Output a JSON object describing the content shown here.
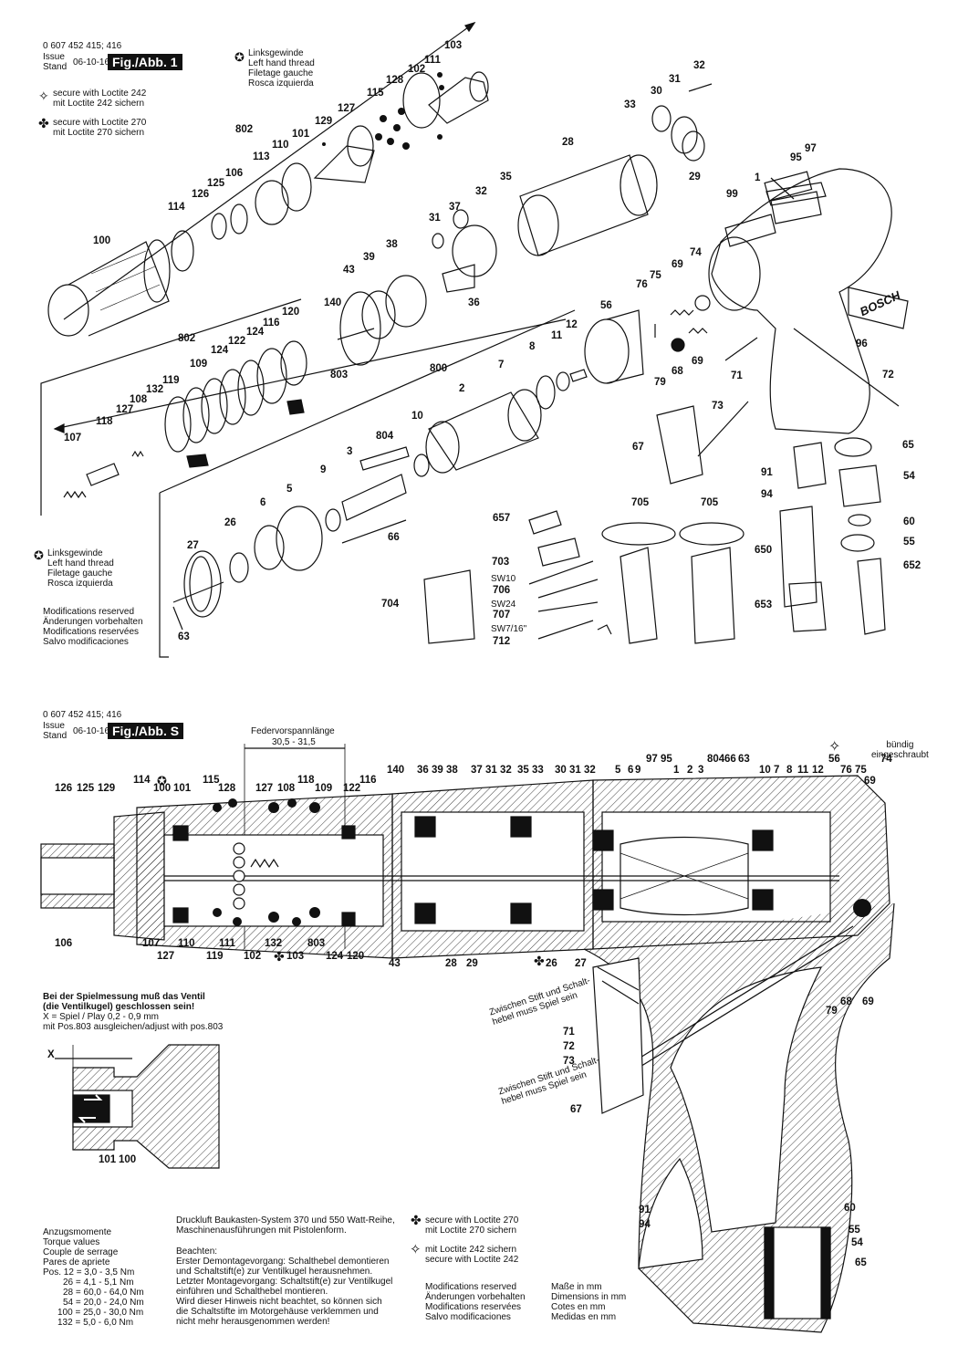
{
  "top": {
    "part_no": "0 607 452 415; 416",
    "issue": "Issue",
    "stand": "Stand",
    "date": "06-10-16",
    "fig": "Fig./Abb. 1",
    "left_thread": [
      "Linksgewinde",
      "Left hand thread",
      "Filetage gauche",
      "Rosca izquierda"
    ],
    "loctite242": [
      "secure with Loctite 242",
      "mit Loctite 242 sichern"
    ],
    "loctite270": [
      "secure with Loctite 270",
      "mit Loctite 270 sichern"
    ],
    "left_thread_2": [
      "Linksgewinde",
      "Left hand thread",
      "Filetage gauche",
      "Rosca izquierda"
    ],
    "modifications": [
      "Modifications reserved",
      "Änderungen vorbehalten",
      "Modifications reservées",
      "Salvo modificaciones"
    ],
    "tool_labels": [
      "SW10",
      "SW24",
      "SW7/16\""
    ],
    "parts": [
      "103",
      "111",
      "102",
      "128",
      "115",
      "127",
      "129",
      "101",
      "802",
      "110",
      "113",
      "106",
      "125",
      "126",
      "114",
      "100",
      "33",
      "32",
      "31",
      "30",
      "28",
      "29",
      "35",
      "32",
      "31",
      "37",
      "36",
      "1",
      "99",
      "95",
      "97",
      "38",
      "39",
      "43",
      "803",
      "140",
      "120",
      "116",
      "124",
      "122",
      "124",
      "802",
      "109",
      "119",
      "132",
      "108",
      "127",
      "118",
      "107",
      "800",
      "7",
      "8",
      "11",
      "12",
      "2",
      "10",
      "804",
      "3",
      "9",
      "5",
      "6",
      "26",
      "27",
      "63",
      "66",
      "76",
      "75",
      "69",
      "74",
      "56",
      "79",
      "68",
      "69",
      "96",
      "71",
      "72",
      "73",
      "67",
      "65",
      "91",
      "54",
      "94",
      "60",
      "650",
      "55",
      "652",
      "653",
      "657",
      "703",
      "706",
      "707",
      "712",
      "705",
      "705",
      "704"
    ]
  },
  "bottom": {
    "part_no": "0 607 452 415; 416",
    "issue": "Issue",
    "stand": "Stand",
    "date": "06-10-16",
    "fig": "Fig./Abb. S",
    "preload_title": "Federvorspannlänge",
    "preload_value": "30,5 - 31,5",
    "flush": [
      "bündig",
      "eingeschraubt"
    ],
    "top_labels": [
      "126",
      "125",
      "129",
      "114",
      "100",
      "101",
      "115",
      "128",
      "127",
      "108",
      "118",
      "109",
      "122",
      "116",
      "140",
      "36",
      "39",
      "38",
      "37",
      "31",
      "32",
      "35",
      "33",
      "30",
      "31",
      "32",
      "5",
      "6",
      "9",
      "97",
      "95",
      "1",
      "2",
      "3",
      "804",
      "66",
      "63",
      "10",
      "7",
      "8",
      "11",
      "12",
      "56",
      "76",
      "75",
      "69",
      "74"
    ],
    "bottom_labels": [
      "106",
      "107",
      "127",
      "110",
      "119",
      "111",
      "102",
      "132",
      "103",
      "803",
      "124",
      "120",
      "43",
      "28",
      "29",
      "26",
      "27",
      "79",
      "68",
      "69"
    ],
    "note": [
      "Bei der Spielmessung muß das Ventil",
      "(die Ventilkugel) geschlossen sein!",
      "X = Spiel / Play 0,2 - 0,9 mm",
      "mit Pos.803 ausgleichen/adjust with pos.803"
    ],
    "x_label": "X",
    "detail_labels": [
      "101",
      "100"
    ],
    "between_pin": [
      "Zwischen Stift und Schalt-",
      "hebel muss Spiel sein"
    ],
    "trigger_labels": [
      "71",
      "72",
      "73",
      "67"
    ],
    "grip_labels": [
      "91",
      "94",
      "60",
      "55",
      "54",
      "65"
    ],
    "torque": [
      "Anzugsmomente",
      "Torque values",
      "Couple de serrage",
      "Pares de apriete"
    ],
    "torque_rows": [
      "Pos. 12 =   3,0 -   3,5 Nm",
      "26 =   4,1 -   5,1 Nm",
      "28 = 60,0 - 64,0 Nm",
      "54 = 20,0 - 24,0 Nm",
      "100 = 25,0 - 30,0 Nm",
      "132 =   5,0 -   6,0 Nm"
    ],
    "system": [
      "Druckluft Baukasten-System 370 und 550 Watt-Reihe,",
      "Maschinenausführungen mit Pistolenform."
    ],
    "beachten": [
      "Beachten:",
      "Erster Demontagevorgang: Schalthebel demontieren",
      "und Schaltstift(e) zur Ventilkugel herausnehmen.",
      "Letzter Montagevorgang: Schaltstift(e) zur Ventilkugel",
      "einführen und Schalthebel montieren.",
      "Wird dieser Hinweis nicht beachtet, so können sich",
      "die Schaltstifte im Motorgehäuse verklemmen und",
      "nicht mehr herausgenommen werden!"
    ],
    "loctite270": [
      "secure with Loctite 270",
      "mit Loctite 270 sichern"
    ],
    "loctite242": [
      "mit Loctite 242 sichern",
      "secure with Loctite 242"
    ],
    "modifications": [
      "Modifications reserved",
      "Änderungen vorbehalten",
      "Modifications reservées",
      "Salvo modificaciones"
    ],
    "dimensions": [
      "Maße in mm",
      "Dimensions in mm",
      "Cotes en mm",
      "Medidas en mm"
    ]
  }
}
